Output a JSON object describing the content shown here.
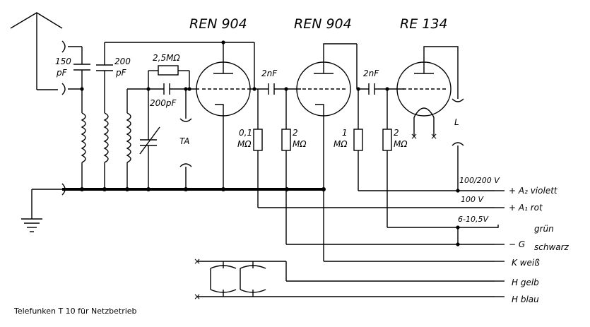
{
  "tubes": [
    "REN 904",
    "REN 904",
    "RE 134"
  ],
  "components": {
    "c_antenna": "150",
    "c_antenna_unit": "pF",
    "c_tuning": "200",
    "c_tuning_unit": "pF",
    "r_grid_leak": "2,5MΩ",
    "c_grid": "200pF",
    "pickup": "TA",
    "c_coupling_1": "2nF",
    "c_coupling_2": "2nF",
    "r1_value": "0,1",
    "r1_unit": "MΩ",
    "r2_value": "2",
    "r2_unit": "MΩ",
    "r3_value": "1",
    "r3_unit": "MΩ",
    "r4_value": "2",
    "r4_unit": "MΩ",
    "speaker": "L"
  },
  "voltages": {
    "a2_supply": "100/200 V",
    "a1_supply": "100 V",
    "grid_bias": "6-10,5V"
  },
  "terminals": {
    "a2": "+ A₂ violett",
    "a1": "+ A₁ rot",
    "grid_minus": "− G",
    "grid_gruen": "grün",
    "grid_schwarz": "schwarz",
    "k": "K weiß",
    "h_gelb": "H gelb",
    "h_blau": "H blau"
  },
  "caption": "Telefunken T 10 für Netzbetrieb"
}
